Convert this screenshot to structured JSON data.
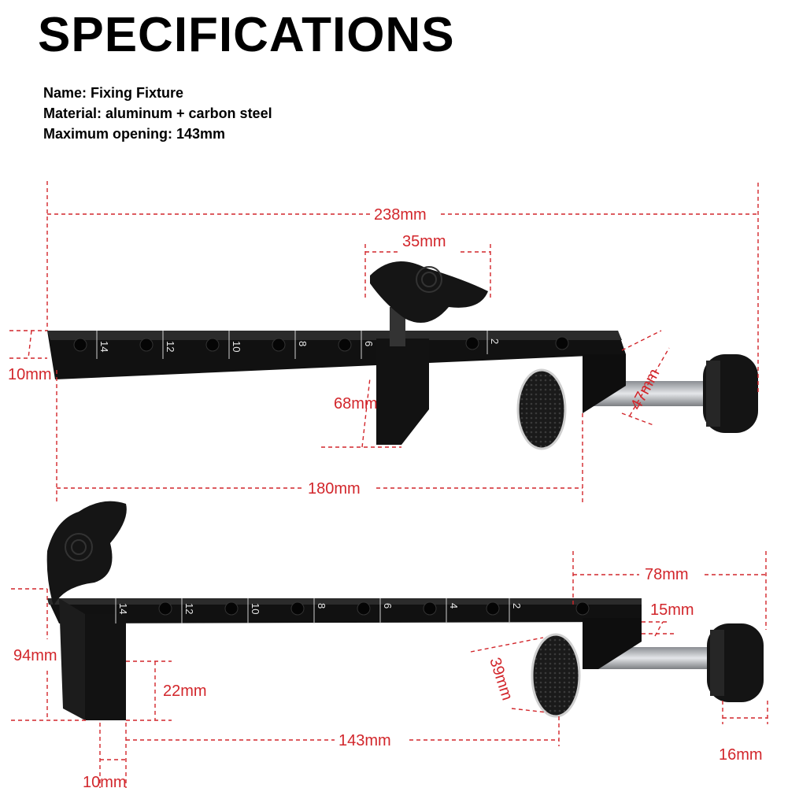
{
  "title": "SPECIFICATIONS",
  "specs": [
    "Name: Fixing Fixture",
    "Material: aluminum + carbon steel",
    "Maximum opening: 143mm"
  ],
  "dimensions_top": {
    "total_length": "238mm",
    "knob_width": "35mm",
    "bar_thickness": "10mm",
    "foot_height": "68mm",
    "body_length": "180mm",
    "pad_diameter": "47mm"
  },
  "dimensions_bottom": {
    "screw_length": "78mm",
    "bar_gap": "15mm",
    "height": "94mm",
    "foot_depth": "22mm",
    "pad_diameter": "39mm",
    "max_opening": "143mm",
    "foot_width": "10mm",
    "knob_diameter": "16mm"
  },
  "scale_marks": [
    "14",
    "12",
    "10",
    "8",
    "6",
    "4",
    "2"
  ],
  "colors": {
    "dimension": "#d2262b",
    "body": "#0c0c0c",
    "screw": "#b9bcc0"
  }
}
